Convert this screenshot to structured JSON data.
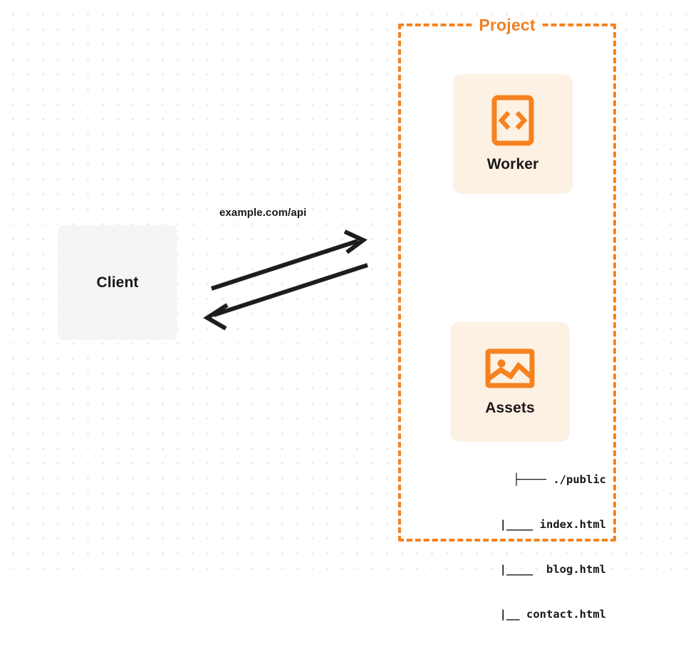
{
  "diagram": {
    "background": {
      "style": "dot-grid",
      "dot_color": "#e9e9ea",
      "page_color": "#ffffff"
    },
    "accent_color": "#f6821f",
    "client": {
      "label": "Client",
      "fill": "#f4f5f6",
      "text_color": "#18181b"
    },
    "connection": {
      "label": "example.com/api",
      "stroke": "#1d1d1f",
      "request_arrow": "arrow-right-icon",
      "response_arrow": "arrow-left-icon"
    },
    "project": {
      "title": "Project",
      "border_color": "#f6821f",
      "border_style": "dashed",
      "title_color": "#ef8024",
      "cards": [
        {
          "label": "Worker",
          "icon": "code-brackets-icon",
          "fill": "#fdf1e4",
          "icon_color": "#f6821f"
        },
        {
          "label": "Assets",
          "icon": "image-icon",
          "fill": "#fdf1e4",
          "icon_color": "#f6821f"
        }
      ],
      "file_tree": [
        "├──── ./public",
        "  |____ index.html",
        "  |____  blog.html",
        "  |__ contact.html"
      ]
    }
  }
}
